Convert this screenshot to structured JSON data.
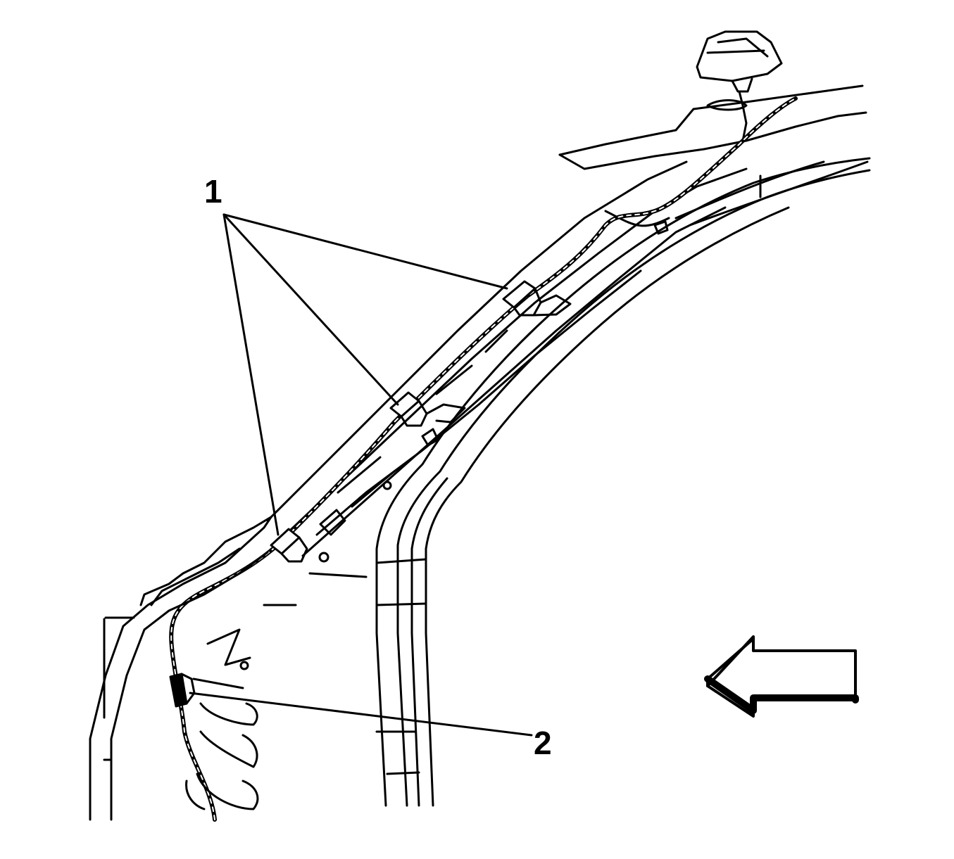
{
  "callouts": [
    {
      "id": 1,
      "label": "1"
    },
    {
      "id": 2,
      "label": "2"
    }
  ],
  "colors": {
    "stroke": "#000000",
    "background": "#ffffff"
  },
  "icons": {
    "direction_arrow": "arrow-left-icon"
  }
}
